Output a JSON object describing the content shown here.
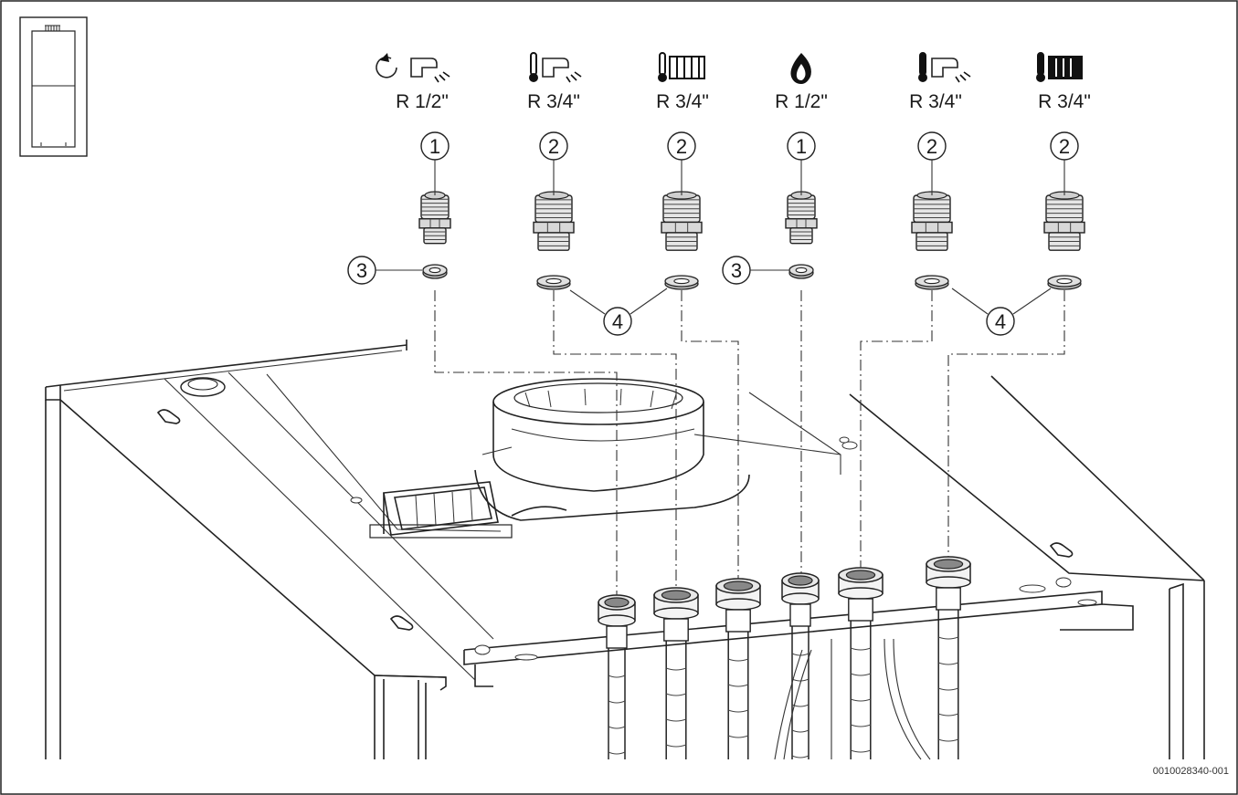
{
  "figure_id": "0010028340-001",
  "connections": [
    {
      "icon": "circulation-hot-water-icon",
      "size": "R 1/2\"",
      "callout": "1"
    },
    {
      "icon": "hot-water-outlet-icon",
      "size": "R 3/4\"",
      "callout": "2"
    },
    {
      "icon": "heating-flow-icon",
      "size": "R 3/4\"",
      "callout": "2"
    },
    {
      "icon": "gas-flame-icon",
      "size": "R 1/2\"",
      "callout": "1"
    },
    {
      "icon": "cold-water-inlet-icon",
      "size": "R 3/4\"",
      "callout": "2"
    },
    {
      "icon": "heating-return-icon",
      "size": "R 3/4\"",
      "callout": "2"
    }
  ],
  "callouts": {
    "washer_small_left": "3",
    "washer_small_right": "3",
    "washer_large_left": "4",
    "washer_large_right": "4"
  }
}
